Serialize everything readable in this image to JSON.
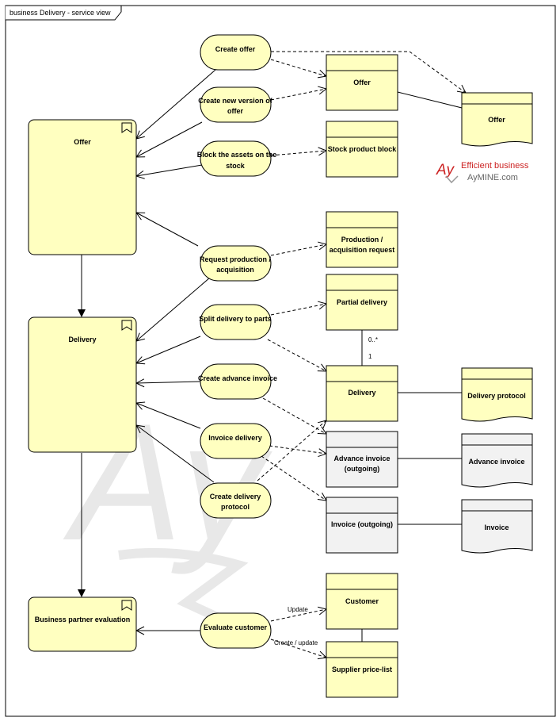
{
  "frame": {
    "title": "business Delivery - service view"
  },
  "colors": {
    "element_fill": "#FFFFC0",
    "element_stroke": "#000000",
    "gray_fill": "#F2F2F2",
    "logo_red": "#CC2222",
    "logo_gray": "#666666",
    "watermark": "#E6E6E6"
  },
  "logo": {
    "line1": "Efficient business",
    "line2": "AyMINE.com",
    "mark": "Ay"
  },
  "processes": {
    "offer": "Offer",
    "delivery": "Delivery",
    "evaluation": "Business partner evaluation"
  },
  "services": {
    "create_offer": "Create offer",
    "new_version": [
      "Create new version of",
      "offer"
    ],
    "block_assets": [
      "Block the assets on the",
      "stock"
    ],
    "request_production": [
      "Request production /",
      "acquisition"
    ],
    "split_delivery": "Split delivery to parts",
    "advance_invoice": "Create advance invoice",
    "invoice_delivery": "Invoice delivery",
    "delivery_protocol": [
      "Create delivery",
      "protocol"
    ],
    "evaluate_customer": "Evaluate customer"
  },
  "objects": {
    "offer": "Offer",
    "stock_block": "Stock product block",
    "production_request": [
      "Production /",
      "acquisition request"
    ],
    "partial_delivery": "Partial delivery",
    "delivery": "Delivery",
    "advance_invoice": [
      "Advance invoice",
      "(outgoing)"
    ],
    "invoice": "Invoice (outgoing)",
    "customer": "Customer",
    "supplier_pricelist": "Supplier price-list"
  },
  "representations": {
    "offer": "Offer",
    "delivery_protocol": "Delivery protocol",
    "advance_invoice": "Advance invoice",
    "invoice": "Invoice"
  },
  "edge_labels": {
    "multiplicity_many": "0..*",
    "multiplicity_one": "1",
    "update": "Update",
    "create_update": "Create / update"
  }
}
